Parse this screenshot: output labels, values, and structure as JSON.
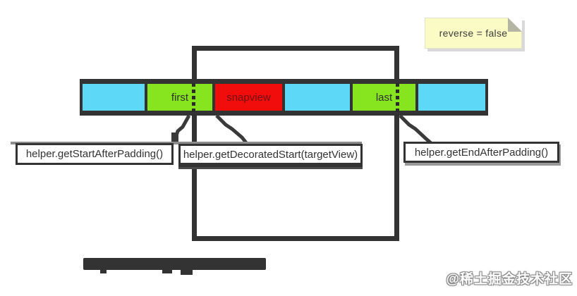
{
  "sticky_note": {
    "text": "reverse = false"
  },
  "bar": {
    "segments": [
      {
        "label": "",
        "color": "#5dd9f7"
      },
      {
        "label": "first",
        "color": "#86e51e"
      },
      {
        "label": "snapview",
        "color": "#f20d0d"
      },
      {
        "label": "",
        "color": "#5dd9f7"
      },
      {
        "label": "last",
        "color": "#86e51e"
      },
      {
        "label": "",
        "color": "#5dd9f7"
      }
    ]
  },
  "callouts": {
    "start_after_padding": "helper.getStartAfterPadding()",
    "decorated_start": "helper.getDecoratedStart(targetView)",
    "end_after_padding": "helper.getEndAfterPadding()"
  },
  "footer": {
    "illegible_caption": true
  },
  "watermark": {
    "text": "@稀土掘金技术社区"
  },
  "colors": {
    "line": "#333333",
    "cyan": "#5dd9f7",
    "green": "#86e51e",
    "red": "#f20d0d",
    "note_bg": "#fbfbc5",
    "gray_accent": "#8d8d8d"
  }
}
